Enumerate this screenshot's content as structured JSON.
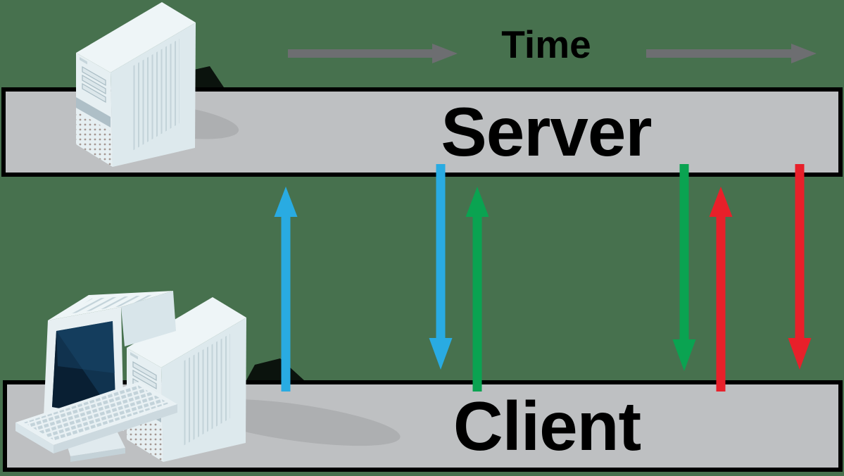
{
  "timeline": {
    "label": "Time",
    "arrow_count": 2,
    "direction": "left-to-right"
  },
  "bands": {
    "server": {
      "label": "Server"
    },
    "client": {
      "label": "Client"
    }
  },
  "icons": {
    "server": "isometric-server-tower-icon",
    "client": "desktop-computer-crt-monitor-keyboard-tower-icon"
  },
  "colors": {
    "background": "#47714e",
    "band_fill": "#bec0c2",
    "band_border": "#000000",
    "label_text": "#000000",
    "timeline_arrow": "#6d6e71",
    "pair_blue": "#29abe2",
    "pair_green": "#0aa351",
    "pair_red": "#e8202a"
  },
  "messages": [
    {
      "order": 1,
      "type": "request",
      "direction": "up",
      "from": "Client",
      "to": "Server",
      "color": "#29abe2"
    },
    {
      "order": 2,
      "type": "response",
      "direction": "down",
      "from": "Server",
      "to": "Client",
      "color": "#29abe2"
    },
    {
      "order": 3,
      "type": "request",
      "direction": "up",
      "from": "Client",
      "to": "Server",
      "color": "#0aa351"
    },
    {
      "order": 4,
      "type": "response",
      "direction": "down",
      "from": "Server",
      "to": "Client",
      "color": "#0aa351"
    },
    {
      "order": 5,
      "type": "request",
      "direction": "up",
      "from": "Client",
      "to": "Server",
      "color": "#e8202a"
    },
    {
      "order": 6,
      "type": "response",
      "direction": "down",
      "from": "Server",
      "to": "Client",
      "color": "#e8202a"
    }
  ]
}
